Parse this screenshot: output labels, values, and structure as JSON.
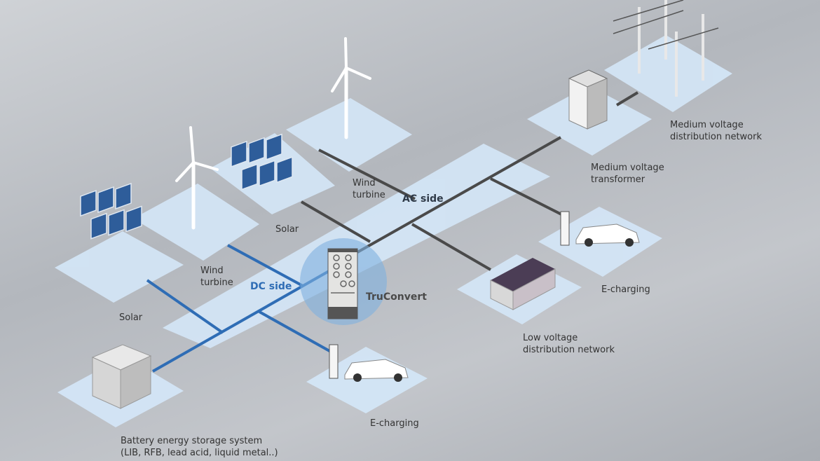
{
  "labels": {
    "solar_left": "Solar",
    "wind_left": [
      "Wind",
      "turbine"
    ],
    "solar_mid": "Solar",
    "wind_top": [
      "Wind",
      "turbine"
    ],
    "ac_side": "AC side",
    "dc_side": "DC side",
    "truconvert": "TruConvert",
    "mv_transformer": [
      "Medium voltage",
      "transformer"
    ],
    "mv_network": [
      "Medium voltage",
      "distribution network"
    ],
    "echarging_right": "E-charging",
    "lv_network": [
      "Low voltage",
      "distribution network"
    ],
    "echarging_bottom": "E-charging",
    "battery": [
      "Battery energy storage system",
      "(LIB, RFB, lead acid, liquid metal..)"
    ]
  },
  "colors": {
    "tile": "#cfe2f5",
    "ac_line": "#4a4a4a",
    "dc_line": "#2f6db5",
    "dc_text": "#2f6db5",
    "halo": "#7fb0e0"
  }
}
